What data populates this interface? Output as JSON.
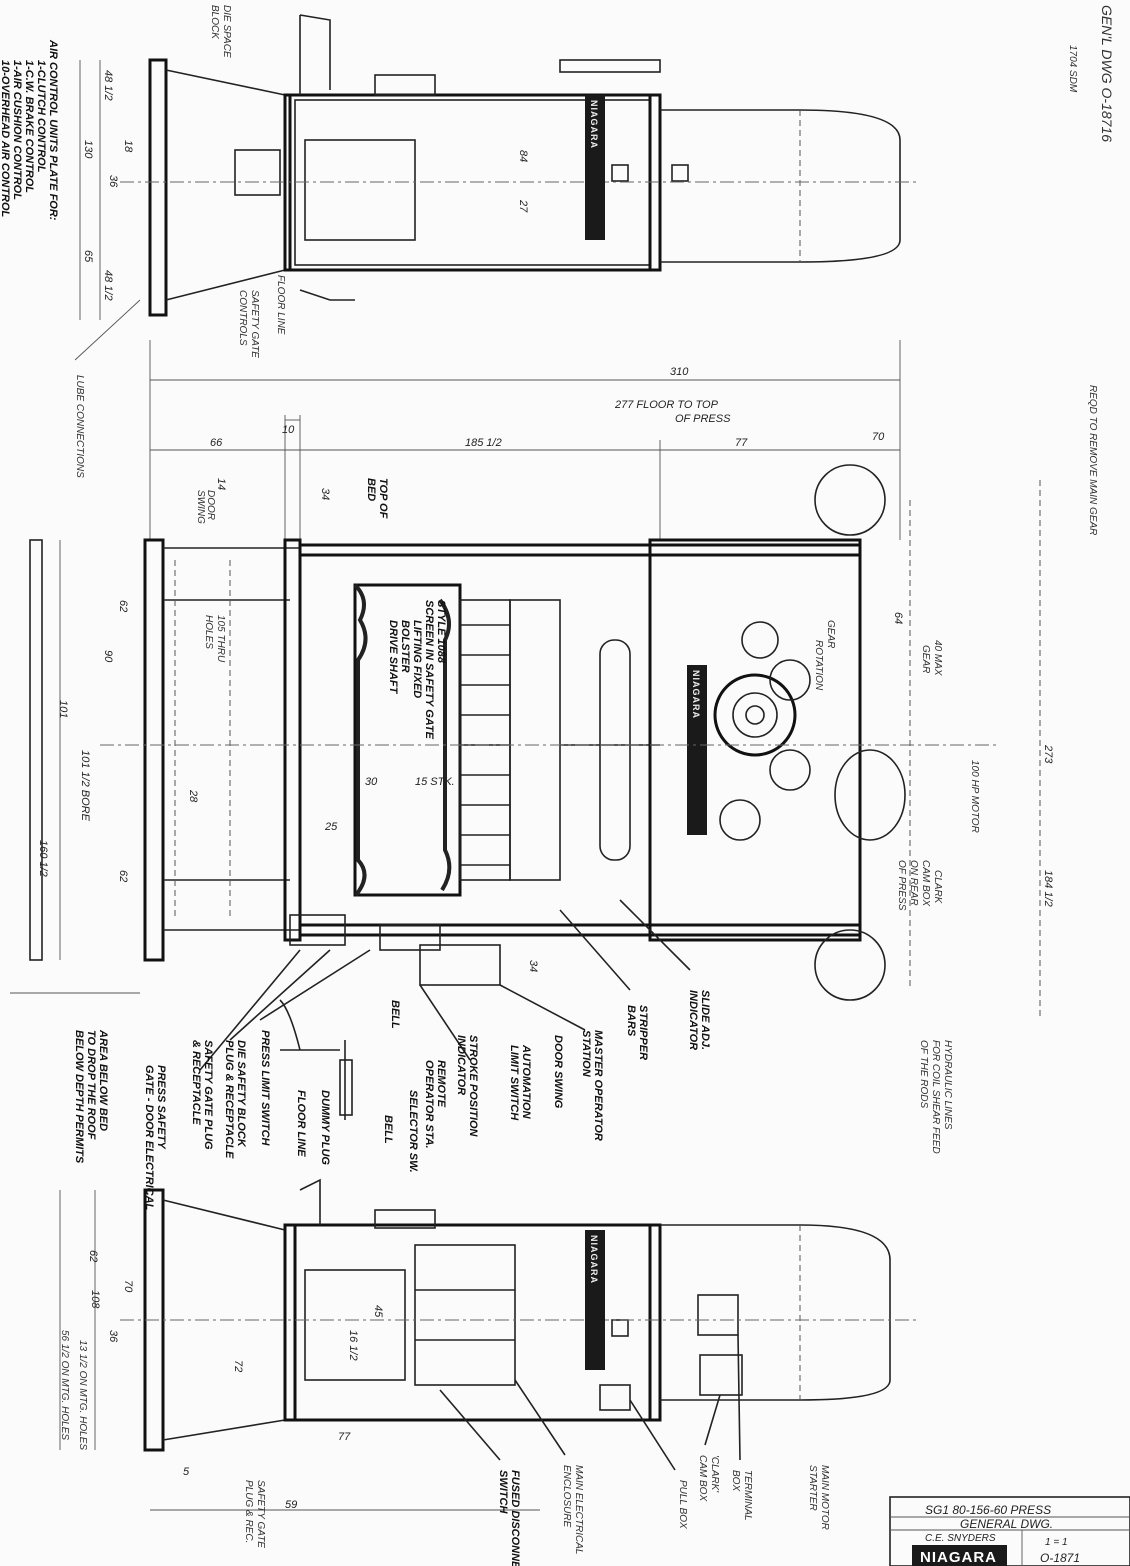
{
  "header": {
    "drawing_ref": "GEN'L DWG O-18716",
    "drawing_sub": "1704 SDM",
    "remove_note": "REQD TO REMOVE MAIN GEAR"
  },
  "top_view": {
    "labels": {
      "air_control": [
        "AIR CONTROL UNITS PLATE FOR:",
        "1-CLUTCH CONTROL",
        "1-C.W. BRAKE CONTROL",
        "1-AIR CUSHION CONTROL",
        "10-OVERHEAD AIR CONTROL"
      ],
      "die_space_block": [
        "DIE SPACE",
        "BLOCK"
      ],
      "floor_line": "FLOOR LINE",
      "safety_gate_controls": [
        "SAFETY GATE",
        "CONTROLS"
      ],
      "lube_connections": "LUBE CONNECTIONS"
    },
    "dims": [
      "48 1/2",
      "130",
      "36",
      "65",
      "48 1/2",
      "84",
      "27",
      "18"
    ],
    "nameplate": "NIAGARA"
  },
  "overall_dims": {
    "total": "310",
    "floor_to_top": [
      "277 FLOOR TO TOP",
      "OF PRESS"
    ],
    "segments": [
      "66",
      "10",
      "185 1/2",
      "77",
      "70"
    ],
    "top_of_bed": [
      "TOP OF",
      "BED"
    ],
    "bed_dim": "34",
    "door_swing": [
      "14",
      "DOOR",
      "SWING"
    ]
  },
  "front_view": {
    "labels": {
      "screen": [
        "STYLE 1088",
        "SCREEN IN SAFETY GATE"
      ],
      "bolster": [
        "LIFTING FIXED",
        "BOLSTER",
        "DRIVE SHAFT"
      ],
      "holes": [
        "105 THRU",
        "HOLES"
      ],
      "gear_rotation": [
        "GEAR",
        "ROTATION"
      ],
      "gear_note": [
        "40 MAX",
        "GEAR"
      ],
      "motor": "100 HP MOTOR",
      "cam_box": [
        "CLARK",
        "CAM BOX",
        "ON REAR",
        "OF PRESS"
      ],
      "hydraulic": [
        "HYDRAULIC LINES",
        "FOR COIL SHEAR FEED",
        "OF THE RODS"
      ],
      "slide_adj": [
        "SLIDE ADJ.",
        "INDICATOR"
      ],
      "stripper": [
        "STRIPPER",
        "BARS"
      ],
      "master_station": [
        "MASTER OPERATOR",
        "STATION"
      ],
      "door_swing": "DOOR SWING",
      "automation_switch": [
        "AUTOMATION",
        "LIMIT SWITCH"
      ],
      "stroke_indicator": [
        "STROKE POSITION",
        "INDICATOR"
      ],
      "remote_station": [
        "REMOTE",
        "OPERATOR STA."
      ],
      "selector": "SELECTOR SW.",
      "bell_1": "BELL",
      "bell_2": "BELL",
      "dummy_plug": "DUMMY PLUG",
      "floor_line": "FLOOR LINE",
      "press_limit": "PRESS LIMIT SWITCH",
      "die_safety": [
        "DIE SAFETY BLOCK",
        "PLUG & RECEPTACLE"
      ],
      "safety_gate_plug": [
        "SAFETY GATE PLUG",
        "& RECEPTACLE"
      ],
      "press_safety": [
        "PRESS SAFETY",
        "GATE - DOOR ELECTRICAL"
      ],
      "area_below": [
        "AREA BELOW BED",
        "TO DROP THE ROOF",
        "BELOW DEPTH PERMITS"
      ]
    },
    "dims": [
      "101",
      "160 1/2",
      "101 1/2 BORE",
      "90",
      "28",
      "30",
      "15 STK.",
      "25",
      "62",
      "62",
      "184 1/2",
      "273",
      "64",
      "34"
    ],
    "nameplate": "NIAGARA"
  },
  "bottom_view": {
    "labels": {
      "safety_gate_plug": [
        "SAFETY GATE",
        "PLUG & REC."
      ],
      "fused_disconnect": [
        "FUSED DISCONNECT",
        "SWITCH"
      ],
      "main_enclosure": [
        "MAIN ELECTRICAL",
        "ENCLOSURE"
      ],
      "pull_box": "PULL BOX",
      "cam_box": [
        "'CLARK'",
        "CAM BOX"
      ],
      "terminal_box": [
        "TERMINAL",
        "BOX"
      ],
      "motor_starter": [
        "MAIN MOTOR",
        "STARTER"
      ]
    },
    "dims": [
      "62",
      "108",
      "70",
      "36",
      "72",
      "16 1/2",
      "45",
      "77",
      "59",
      "5",
      "13 1/2 ON MTG. HOLES",
      "56 1/2 ON MTG. HOLES"
    ],
    "nameplate": "NIAGARA"
  },
  "title_block": {
    "line1": "SG1 80-156-60 PRESS",
    "line2": "GENERAL DWG.",
    "line3": "C.E. SNYDERS",
    "scale": "1 = 1",
    "number": "O-1871",
    "brand": "NIAGARA"
  }
}
